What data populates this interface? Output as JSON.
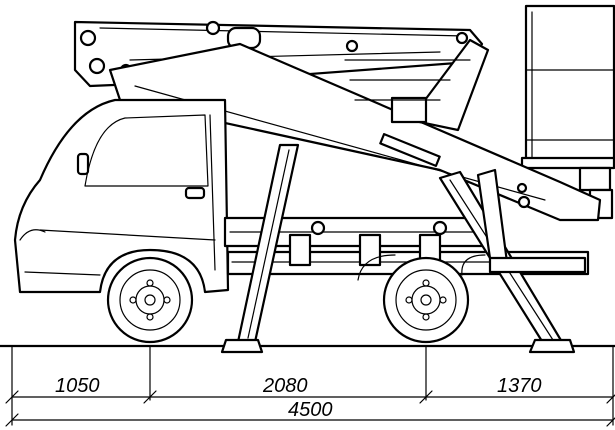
{
  "drawing": {
    "dimensions": {
      "front_overhang": "1050",
      "wheelbase": "2080",
      "rear_overhang": "1370",
      "total_length": "4500"
    }
  }
}
